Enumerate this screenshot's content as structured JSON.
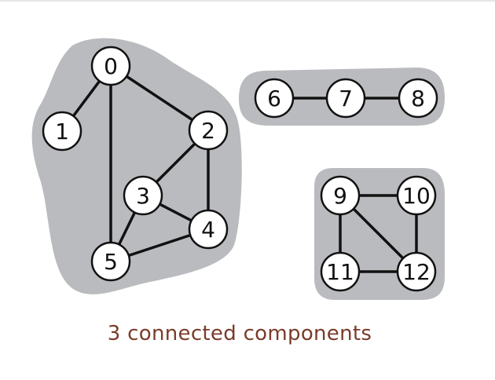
{
  "caption": "3 connected components",
  "colors": {
    "component_fill": "#babbbf",
    "edge": "#111111",
    "node_fill": "#ffffff",
    "node_stroke": "#111111",
    "caption": "#7a3b2a"
  },
  "nodes": [
    "0",
    "1",
    "2",
    "3",
    "4",
    "5",
    "6",
    "7",
    "8",
    "9",
    "10",
    "11",
    "12"
  ],
  "edges": [
    [
      "0",
      "1"
    ],
    [
      "0",
      "2"
    ],
    [
      "0",
      "5"
    ],
    [
      "2",
      "3"
    ],
    [
      "2",
      "4"
    ],
    [
      "3",
      "4"
    ],
    [
      "3",
      "5"
    ],
    [
      "4",
      "5"
    ],
    [
      "6",
      "7"
    ],
    [
      "7",
      "8"
    ],
    [
      "9",
      "10"
    ],
    [
      "9",
      "11"
    ],
    [
      "9",
      "12"
    ],
    [
      "10",
      "12"
    ],
    [
      "11",
      "12"
    ]
  ],
  "components": [
    [
      "0",
      "1",
      "2",
      "3",
      "4",
      "5"
    ],
    [
      "6",
      "7",
      "8"
    ],
    [
      "9",
      "10",
      "11",
      "12"
    ]
  ]
}
